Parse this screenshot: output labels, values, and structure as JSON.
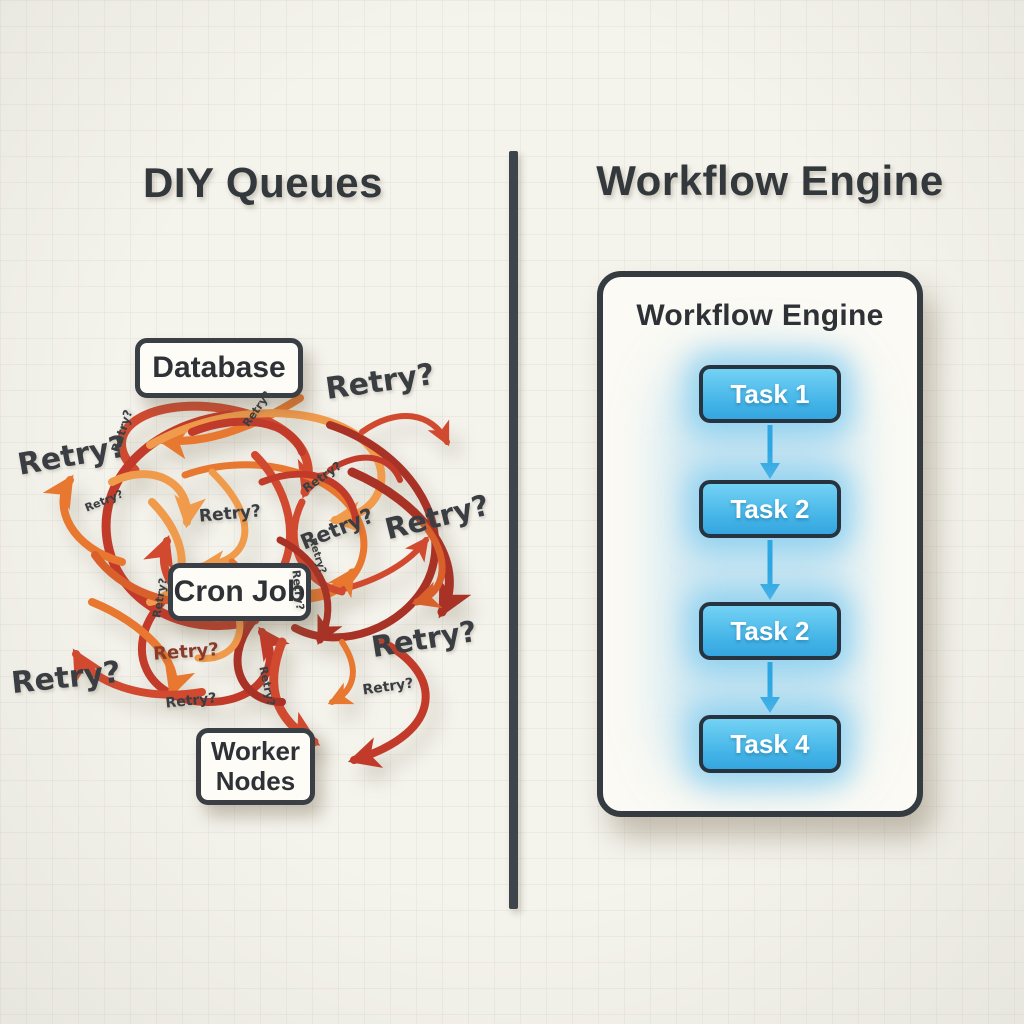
{
  "left_panel": {
    "title": "DIY Queues",
    "nodes": [
      {
        "label": "Database"
      },
      {
        "label": "Cron Job"
      },
      {
        "label": "Worker Nodes"
      }
    ],
    "retry_label": "Retry?"
  },
  "right_panel": {
    "title": "Workflow Engine",
    "engine_box_title": "Workflow Engine",
    "tasks": [
      "Task 1",
      "Task 2",
      "Task 2",
      "Task 4"
    ]
  },
  "colors": {
    "background": "#f4f3ec",
    "text_dark": "#33383c",
    "divider": "#3e444b",
    "task_blue": "#45b5e8",
    "task_border": "#27343f",
    "flow_arrow_blue": "#2da6e2",
    "tangle_red": "#c23b2a",
    "tangle_red_bright": "#d14a30",
    "tangle_red_dark": "#a93226",
    "tangle_orange": "#e8772f",
    "tangle_orange_light": "#f09a4c",
    "tangle_orange_deep": "#d95f2b"
  }
}
